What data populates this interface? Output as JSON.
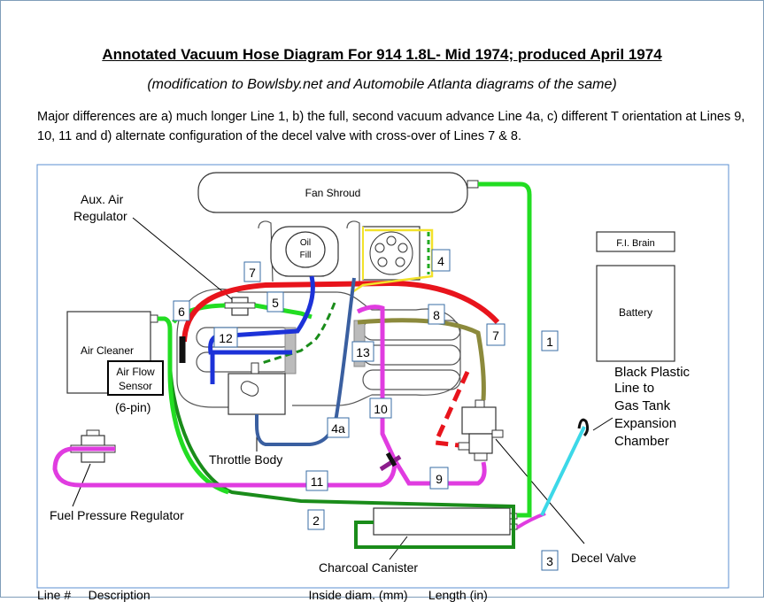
{
  "header": {
    "title": "Annotated Vacuum Hose Diagram For 914 1.8L- Mid 1974; produced April 1974",
    "subtitle": "(modification to Bowlsby.net and Automobile Atlanta diagrams of the same)",
    "intro": "Major differences are a) much longer Line 1, b) the full, second vacuum advance Line 4a, c) different T orientation at Lines 9, 10, 11 and d) alternate configuration of the decel valve with cross-over of Lines 7 & 8."
  },
  "components": {
    "fan_shroud": "Fan Shroud",
    "oil_fill_1": "Oil",
    "oil_fill_2": "Fill",
    "fi_brain": "F.I. Brain",
    "battery": "Battery",
    "air_cleaner": "Air Cleaner",
    "air_flow_1": "Air Flow",
    "air_flow_2": "Sensor",
    "six_pin": "(6-pin)",
    "aux_air_1": "Aux. Air",
    "aux_air_2": "Regulator",
    "throttle_body": "Throttle Body",
    "fuel_pressure_regulator": "Fuel Pressure Regulator",
    "charcoal_canister": "Charcoal Canister",
    "decel_valve": "Decel Valve",
    "black_plastic_1": "Black Plastic",
    "black_plastic_2": "Line to",
    "black_plastic_3": "Gas Tank",
    "black_plastic_4": "Expansion",
    "black_plastic_5": "Chamber"
  },
  "line_numbers": [
    "1",
    "2",
    "3",
    "4",
    "4a",
    "5",
    "6",
    "7",
    "7",
    "8",
    "9",
    "10",
    "11",
    "12",
    "13"
  ],
  "colors": {
    "green": "#22dd22",
    "dark_green": "#1a8c1a",
    "red": "#e8141c",
    "blue": "#1c32d8",
    "steel_blue": "#3a5fa0",
    "magenta": "#e03ce0",
    "olive": "#8c8a3c",
    "yellow": "#f2e22a",
    "cyan": "#3cd8e8",
    "purple": "#8c1c8c"
  },
  "footer": "Line #     Description                                              Inside diam. (mm)      Length (in)"
}
